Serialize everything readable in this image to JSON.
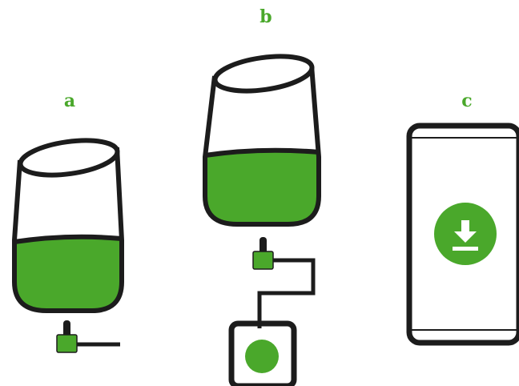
{
  "steps": [
    {
      "label": "a"
    },
    {
      "label": "b"
    },
    {
      "label": "c"
    }
  ],
  "colors": {
    "accent": "#4aa82b",
    "outline": "#1c1c1c",
    "background": "#ffffff"
  },
  "icons": {
    "panel_a": "smart-speaker-with-plug-icon",
    "panel_b": "smart-speaker-with-power-adapter-icon",
    "panel_c": "phone-download-icon"
  }
}
